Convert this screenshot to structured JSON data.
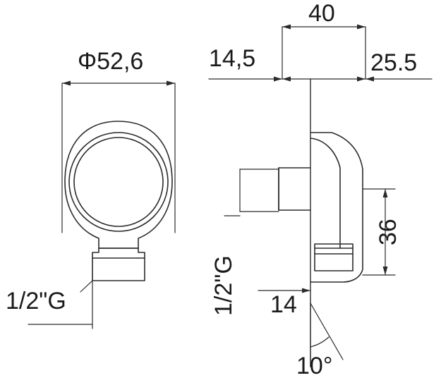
{
  "drawing": {
    "title": "technical-dimension-drawing",
    "line_color": "#2b2b2b",
    "fill_color": "#ffffff",
    "text_color": "#1a1a1a"
  },
  "labels": {
    "front_diameter": "Φ52,6",
    "front_thread": "1/2\"G",
    "side_total_width": "40",
    "side_left_offset": "14,5",
    "side_right_offset": "25.5",
    "side_thread": "1/2\"G",
    "side_height": "36",
    "side_bottom_offset": "14",
    "side_angle": "10°"
  }
}
